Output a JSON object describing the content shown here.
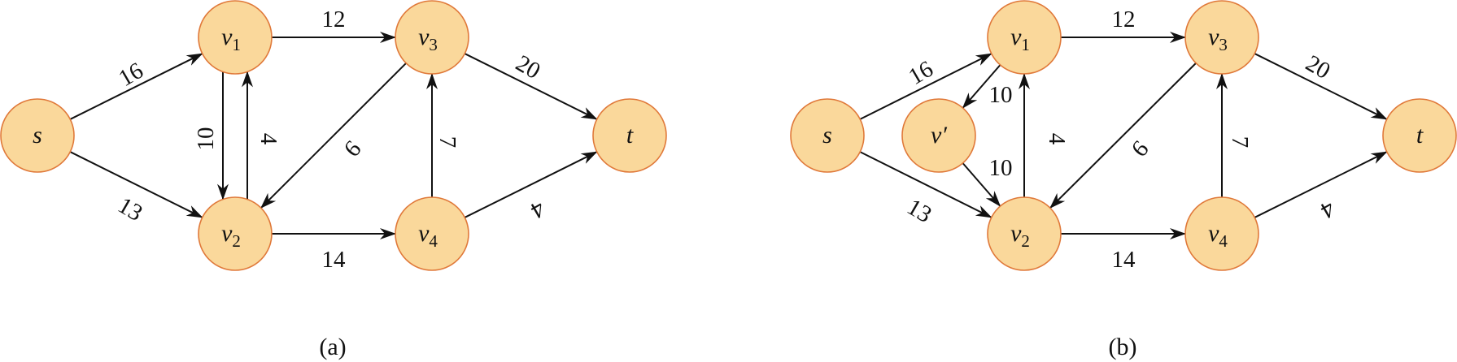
{
  "figures": [
    {
      "caption": "(a)",
      "nodes": [
        {
          "id": "s",
          "name": "s",
          "sub": ""
        },
        {
          "id": "v1",
          "name": "v",
          "sub": "1"
        },
        {
          "id": "v2",
          "name": "v",
          "sub": "2"
        },
        {
          "id": "v3",
          "name": "v",
          "sub": "3"
        },
        {
          "id": "v4",
          "name": "v",
          "sub": "4"
        },
        {
          "id": "t",
          "name": "t",
          "sub": ""
        }
      ],
      "edges": [
        {
          "from": "s",
          "to": "v1",
          "capacity": "16"
        },
        {
          "from": "s",
          "to": "v2",
          "capacity": "13"
        },
        {
          "from": "v1",
          "to": "v3",
          "capacity": "12"
        },
        {
          "from": "v1",
          "to": "v2",
          "capacity": "10"
        },
        {
          "from": "v2",
          "to": "v1",
          "capacity": "4"
        },
        {
          "from": "v3",
          "to": "v2",
          "capacity": "9"
        },
        {
          "from": "v2",
          "to": "v4",
          "capacity": "14"
        },
        {
          "from": "v4",
          "to": "v3",
          "capacity": "7"
        },
        {
          "from": "v3",
          "to": "t",
          "capacity": "20"
        },
        {
          "from": "v4",
          "to": "t",
          "capacity": "4"
        }
      ]
    },
    {
      "caption": "(b)",
      "nodes": [
        {
          "id": "s",
          "name": "s",
          "sub": ""
        },
        {
          "id": "vp",
          "name": "v′",
          "sub": ""
        },
        {
          "id": "v1",
          "name": "v",
          "sub": "1"
        },
        {
          "id": "v2",
          "name": "v",
          "sub": "2"
        },
        {
          "id": "v3",
          "name": "v",
          "sub": "3"
        },
        {
          "id": "v4",
          "name": "v",
          "sub": "4"
        },
        {
          "id": "t",
          "name": "t",
          "sub": ""
        }
      ],
      "edges": [
        {
          "from": "s",
          "to": "v1",
          "capacity": "16"
        },
        {
          "from": "s",
          "to": "v2",
          "capacity": "13"
        },
        {
          "from": "v1",
          "to": "v3",
          "capacity": "12"
        },
        {
          "from": "v1",
          "to": "vp",
          "capacity": "10"
        },
        {
          "from": "vp",
          "to": "v2",
          "capacity": "10"
        },
        {
          "from": "v2",
          "to": "v1",
          "capacity": "4"
        },
        {
          "from": "v3",
          "to": "v2",
          "capacity": "9"
        },
        {
          "from": "v2",
          "to": "v4",
          "capacity": "14"
        },
        {
          "from": "v4",
          "to": "v3",
          "capacity": "7"
        },
        {
          "from": "v3",
          "to": "t",
          "capacity": "20"
        },
        {
          "from": "v4",
          "to": "t",
          "capacity": "4"
        }
      ]
    }
  ]
}
